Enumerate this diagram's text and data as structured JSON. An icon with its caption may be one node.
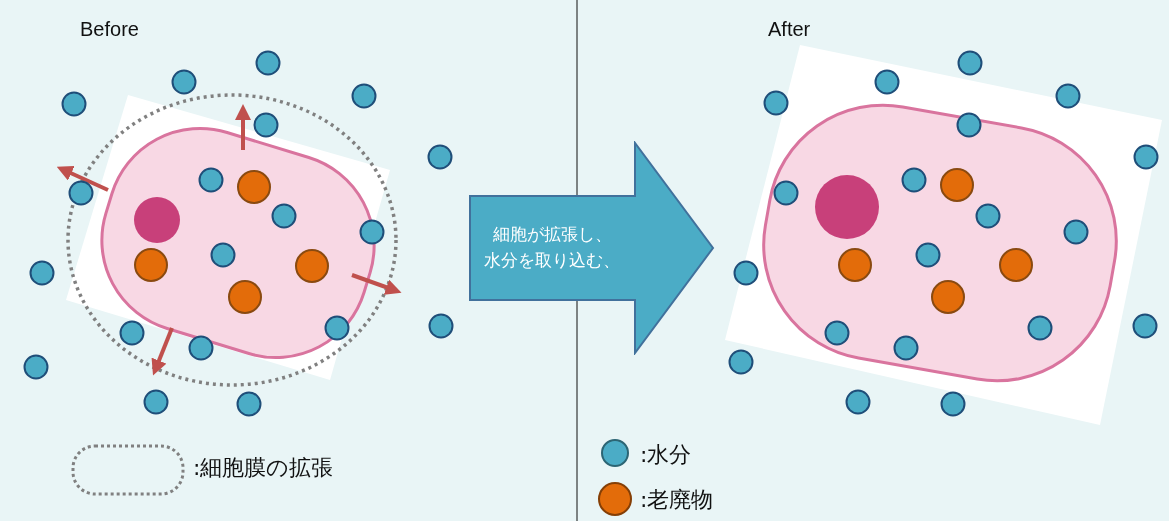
{
  "diagram": {
    "nodes": [
      {
        "text": [
          "細胞が拡張し、水分を取り込む、"
        ]
      }
    ],
    "labels": [
      "Before",
      "After"
    ],
    "legend": [
      {
        "text": ":細胞膜の拡張"
      },
      {
        "text": ":水分",
        "color": "#4bacc6"
      },
      {
        "text": ":老廃物",
        "color": "#e36c0a"
      }
    ]
  }
}
